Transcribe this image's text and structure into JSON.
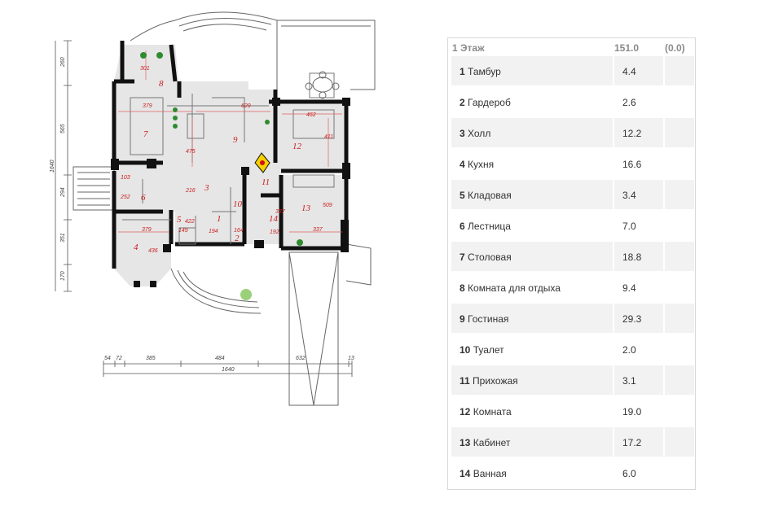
{
  "plan": {
    "room_numbers": [
      "1",
      "2",
      "3",
      "4",
      "5",
      "6",
      "7",
      "8",
      "9",
      "10",
      "11",
      "12",
      "13",
      "14"
    ],
    "dims_left": [
      "260",
      "565",
      "1640",
      "294",
      "351",
      "170"
    ],
    "dims_bottom": [
      "54",
      "72",
      "385",
      "484",
      "632",
      "13"
    ],
    "dim_bottom_total": "1640",
    "dims_inner": [
      "379",
      "629",
      "462",
      "301",
      "475",
      "411",
      "103",
      "252",
      "216",
      "379",
      "436",
      "422",
      "149",
      "194",
      "164",
      "192",
      "337",
      "509",
      "337"
    ]
  },
  "table": {
    "header": {
      "label": "1 Этаж",
      "area": "151.0",
      "extra": "(0.0)"
    },
    "rows": [
      {
        "num": "1",
        "name": "Тамбур",
        "area": "4.4"
      },
      {
        "num": "2",
        "name": "Гардероб",
        "area": "2.6"
      },
      {
        "num": "3",
        "name": "Холл",
        "area": "12.2"
      },
      {
        "num": "4",
        "name": "Кухня",
        "area": "16.6"
      },
      {
        "num": "5",
        "name": "Кладовая",
        "area": "3.4"
      },
      {
        "num": "6",
        "name": "Лестница",
        "area": "7.0"
      },
      {
        "num": "7",
        "name": "Столовая",
        "area": "18.8"
      },
      {
        "num": "8",
        "name": "Комната для отдыха",
        "area": "9.4"
      },
      {
        "num": "9",
        "name": "Гостиная",
        "area": "29.3"
      },
      {
        "num": "10",
        "name": "Туалет",
        "area": "2.0"
      },
      {
        "num": "11",
        "name": "Прихожая",
        "area": "3.1"
      },
      {
        "num": "12",
        "name": "Комната",
        "area": "19.0"
      },
      {
        "num": "13",
        "name": "Кабинет",
        "area": "17.2"
      },
      {
        "num": "14",
        "name": "Ванная",
        "area": "6.0"
      }
    ]
  }
}
